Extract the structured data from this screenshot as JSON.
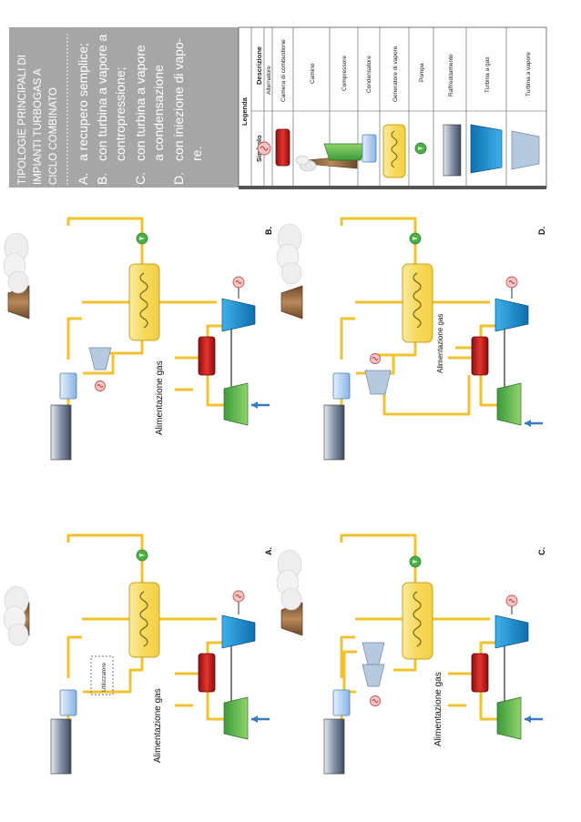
{
  "header": {
    "title_lines": [
      "TIPOLOGIE PRINCIPALI DI",
      "IMPIANTI TURBOGAS A",
      "CICLO COMBINATO"
    ],
    "items": [
      {
        "letter": "A.",
        "lines": [
          "a recupero semplice;"
        ]
      },
      {
        "letter": "B.",
        "lines": [
          "con turbina a vapore a",
          "contropressione;"
        ]
      },
      {
        "letter": "C.",
        "lines": [
          "con turbina  a vapore",
          "a condensazione"
        ]
      },
      {
        "letter": "D.",
        "lines": [
          "con iniezione di vapo-",
          "re."
        ]
      }
    ]
  },
  "legend": {
    "title": "Legenda",
    "col_symbol": "Simbolo",
    "col_description": "Descrizione",
    "rows": [
      {
        "symbol": "alternator-icon",
        "label": "Alternatore"
      },
      {
        "symbol": "combustion-chamber-icon",
        "label": "Camera di combustione"
      },
      {
        "symbol": "chimney-icon",
        "label": "Camino"
      },
      {
        "symbol": "compressor-icon",
        "label": "Compressore"
      },
      {
        "symbol": "condenser-icon",
        "label": "Condensatore"
      },
      {
        "symbol": "steam-generator-icon",
        "label": "Generatore di vapore"
      },
      {
        "symbol": "pump-icon",
        "label": "Pompa"
      },
      {
        "symbol": "cooling-icon",
        "label": "Raffreddamento"
      },
      {
        "symbol": "gas-turbine-icon",
        "label": "Turbina a gas"
      },
      {
        "symbol": "steam-turbine-icon",
        "label": "Turbina a vapore"
      }
    ]
  },
  "diagrams": {
    "A": {
      "letter": "A.",
      "gas_label": "Alimentazione gas",
      "user_label": "Utilizzatore"
    },
    "B": {
      "letter": "B.",
      "gas_label": "Alimentazione gas"
    },
    "C": {
      "letter": "C.",
      "gas_label": "Alimentazione gas"
    },
    "D": {
      "letter": "D.",
      "gas_label": "Alimentazione gas"
    }
  },
  "colors": {
    "pipe": "#f2c22e",
    "header_bg": "#a6a6a6",
    "header_text": "#ffffff",
    "hrsg_fill": "#f8df72",
    "compressor": "#6cc04a",
    "gas_turbine": "#1b8fd2",
    "steam_turbine": "#9bb4cf",
    "combustion": "#cc1f1f",
    "condenser": "#a9ccee",
    "pump": "#4daf4a",
    "cooling": "#6b7a8f",
    "chimney": "#9a7148",
    "air_arrow": "#3a78c2"
  }
}
